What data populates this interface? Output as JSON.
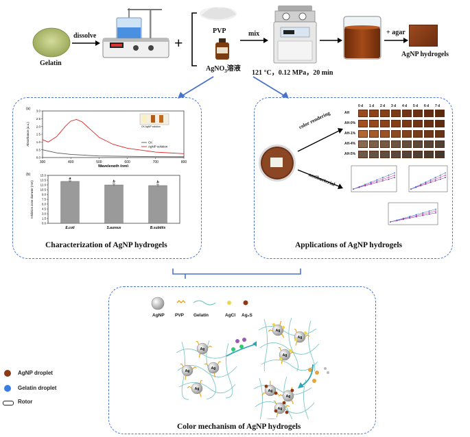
{
  "workflow": {
    "gelatin_label": "Gelatin",
    "dissolve_label": "dissolve",
    "plus1": "+",
    "pvp_label": "PVP",
    "agno3_label": "AgNO",
    "agno3_sub": "3",
    "agno3_suffix": "溶液",
    "mix_label": "mix",
    "autoclave_cond": "121 °C，0.12 MPa，20 min",
    "agar_label": "+ agar",
    "hydrogels_label": "AgNP hydrogels"
  },
  "characterization": {
    "caption": "Characterization of AgNP hydrogels",
    "uv_panel": "(a)",
    "uv_ylabel": "Absorbance (a.u.)",
    "uv_xlabel": "Wavelength (nm)",
    "uv_legend": [
      "CK",
      "AgNP solution"
    ],
    "uv_inset_label": "CK   AgNP solution",
    "bar_panel": "(b)",
    "bar_ylabel": "Inhibition zone diameter (mm)"
  },
  "applications": {
    "caption": "Applications of AgNP hydrogels",
    "color_rendering_label": "color rendering",
    "antibacterial_label": "antibacterial",
    "day_headers": [
      "0 d",
      "1 d",
      "2 d",
      "3 d",
      "4 d",
      "5 d",
      "6 d",
      "7 d"
    ],
    "row_labels": [
      "AH",
      "AH-0%",
      "AH-1%",
      "AH-4%",
      "AH-5%"
    ]
  },
  "mechanism": {
    "caption": "Color mechanism of AgNP hydrogels",
    "legend": [
      "AgNP",
      "PVP",
      "Gelatin",
      "AgCl",
      "Ag₂S"
    ],
    "ag_label": "Ag"
  },
  "side_legend": {
    "items": [
      "AgNP droplet",
      "Gelatin droplet",
      "Rotor"
    ]
  },
  "colors": {
    "agnp_droplet": "#8b3a16",
    "gelatin_droplet": "#3b7de0",
    "box_border": "#4a74c9",
    "arrow": "#4a74c9",
    "uv_red": "#e02020",
    "bar_gray": "#9a9a9a",
    "hydrogel_brown": "#7a3a18",
    "gelatin_powder": "#b8c47a"
  },
  "chart_data": [
    {
      "type": "line",
      "panel": "(a)",
      "xlabel": "Wavelength (nm)",
      "ylabel": "Absorbance (a.u.)",
      "xlim": [
        300,
        800
      ],
      "ylim": [
        0,
        3.0
      ],
      "x_ticks": [
        300,
        400,
        500,
        600,
        700,
        800
      ],
      "y_ticks": [
        0.0,
        0.5,
        1.0,
        1.5,
        2.0,
        2.5,
        3.0
      ],
      "series": [
        {
          "name": "CK",
          "x": [
            300,
            350,
            400,
            450,
            500,
            600,
            700,
            800
          ],
          "y": [
            0.5,
            0.3,
            0.2,
            0.15,
            0.1,
            0.08,
            0.06,
            0.05
          ]
        },
        {
          "name": "AgNP solution",
          "x": [
            300,
            320,
            350,
            380,
            400,
            420,
            440,
            470,
            500,
            550,
            600,
            700,
            800
          ],
          "y": [
            1.15,
            1.0,
            1.35,
            2.0,
            2.35,
            2.45,
            2.3,
            1.8,
            1.3,
            0.85,
            0.6,
            0.35,
            0.25
          ]
        }
      ]
    },
    {
      "type": "bar",
      "panel": "(b)",
      "ylabel": "Inhibition zone diameter (mm)",
      "ylim": [
        0,
        15.0
      ],
      "y_ticks": [
        0.0,
        1.5,
        3.0,
        4.5,
        6.0,
        7.5,
        9.0,
        10.5,
        12.0,
        13.5,
        15.0
      ],
      "categories": [
        "E.coli",
        "S.aureus",
        "B.subtilis"
      ],
      "values": [
        13.1,
        12.0,
        11.8
      ],
      "errors": [
        0.2,
        0.3,
        0.3
      ],
      "letters": [
        "a",
        "b",
        "b"
      ]
    }
  ]
}
